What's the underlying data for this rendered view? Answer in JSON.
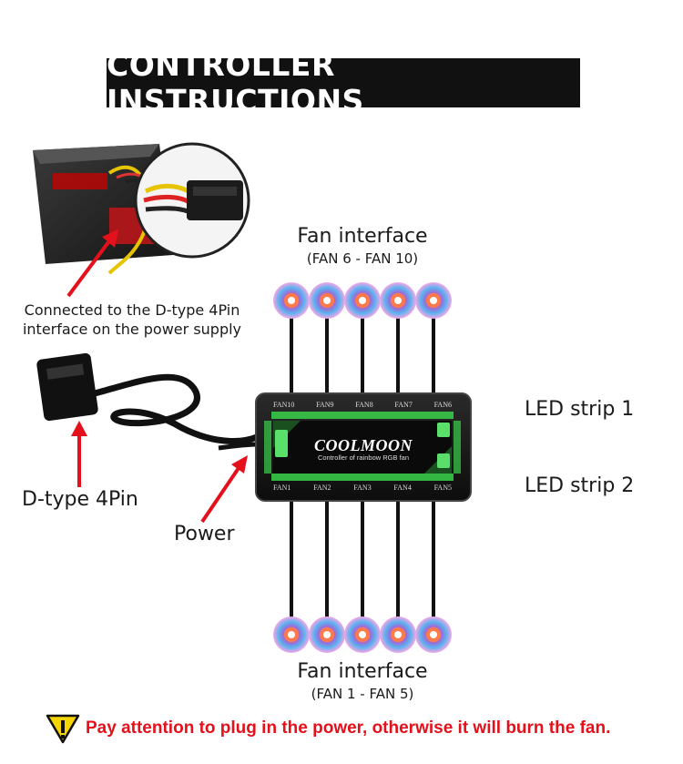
{
  "title": "CONTROLLER INSTRUCTIONS",
  "psu_label_line1": "Connected to the D-type 4Pin",
  "psu_label_line2": "interface on the power supply",
  "dtype_label": "D-type 4Pin",
  "power_label": "Power",
  "fan_top": {
    "title": "Fan interface",
    "range": "(FAN 6 - FAN 10)"
  },
  "fan_bottom": {
    "title": "Fan interface",
    "range": "(FAN 1 - FAN 5)"
  },
  "led_strip_1": "LED strip 1",
  "led_strip_2": "LED strip 2",
  "controller": {
    "brand": "COOLMOON",
    "subtitle": "Controller of rainbow RGB fan",
    "top_ports": [
      "FAN10",
      "FAN9",
      "FAN8",
      "FAN7",
      "FAN6"
    ],
    "bottom_ports": [
      "FAN1",
      "FAN2",
      "FAN3",
      "FAN4",
      "FAN5"
    ]
  },
  "warning": {
    "icon": "warning-triangle-icon",
    "text": "Pay attention to plug in the power, otherwise it will burn the fan."
  },
  "colors": {
    "arrow": "#e4101b",
    "warning_text": "#e4101b",
    "warning_icon": "#f5d500",
    "board_glow": "#38d24a"
  }
}
